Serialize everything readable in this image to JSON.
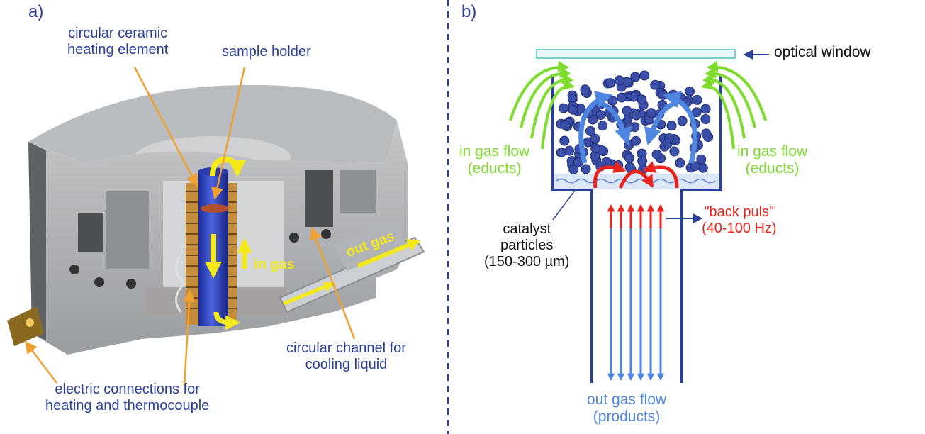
{
  "panel_a": {
    "letter": "a)",
    "labels": {
      "heating_element": [
        "circular ceramic",
        "heating element"
      ],
      "sample_holder": "sample holder",
      "in_gas": "in gas",
      "out_gas": "out gas",
      "cooling_channel": [
        "circular channel for",
        "cooling liquid"
      ],
      "electric_connections": [
        "electric connections for",
        "heating and thermocouple"
      ]
    }
  },
  "panel_b": {
    "letter": "b)",
    "labels": {
      "optical_window": "optical window",
      "in_gas_flow_left": [
        "in gas flow",
        "(educts)"
      ],
      "in_gas_flow_right": [
        "in gas flow",
        "(educts)"
      ],
      "catalyst": [
        "catalyst",
        "particles",
        "(150-300 µm)"
      ],
      "back_puls": [
        "\"back puls\"",
        "(40-100 Hz)"
      ],
      "out_gas_flow": [
        "out gas flow",
        "(products)"
      ]
    }
  },
  "colors": {
    "label_blue": "#2a3f9a",
    "flow_green": "#7ddc2e",
    "pulse_red": "#e8241c",
    "flow_lightblue": "#4f86e0",
    "particle_blue": "#3c4fa8",
    "body_gray": "#a8abad",
    "leader_orange": "#f0a030",
    "gas_yellow": "#f3e81a"
  }
}
